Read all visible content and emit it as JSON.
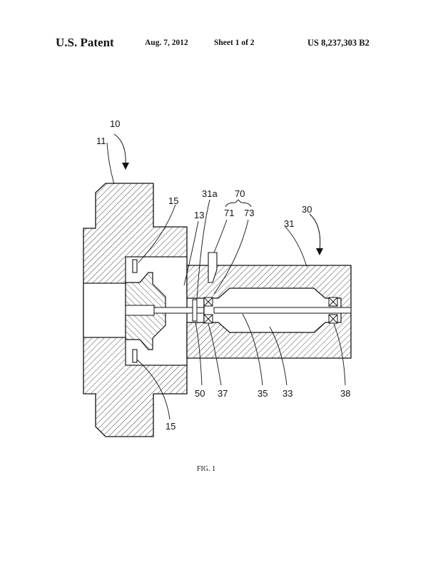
{
  "header": {
    "title": "U.S. Patent",
    "date": "Aug. 7, 2012",
    "sheet": "Sheet 1 of 2",
    "patent_number": "US 8,237,303 B2"
  },
  "figure": {
    "caption": "FIG. 1",
    "labels": {
      "ref_10": "10",
      "ref_11": "11",
      "ref_15_top": "15",
      "ref_13": "13",
      "ref_31a": "31a",
      "ref_70": "70",
      "ref_71": "71",
      "ref_73": "73",
      "ref_30": "30",
      "ref_31": "31",
      "ref_50": "50",
      "ref_37": "37",
      "ref_35": "35",
      "ref_33": "33",
      "ref_38": "38",
      "ref_15_bottom": "15"
    }
  }
}
